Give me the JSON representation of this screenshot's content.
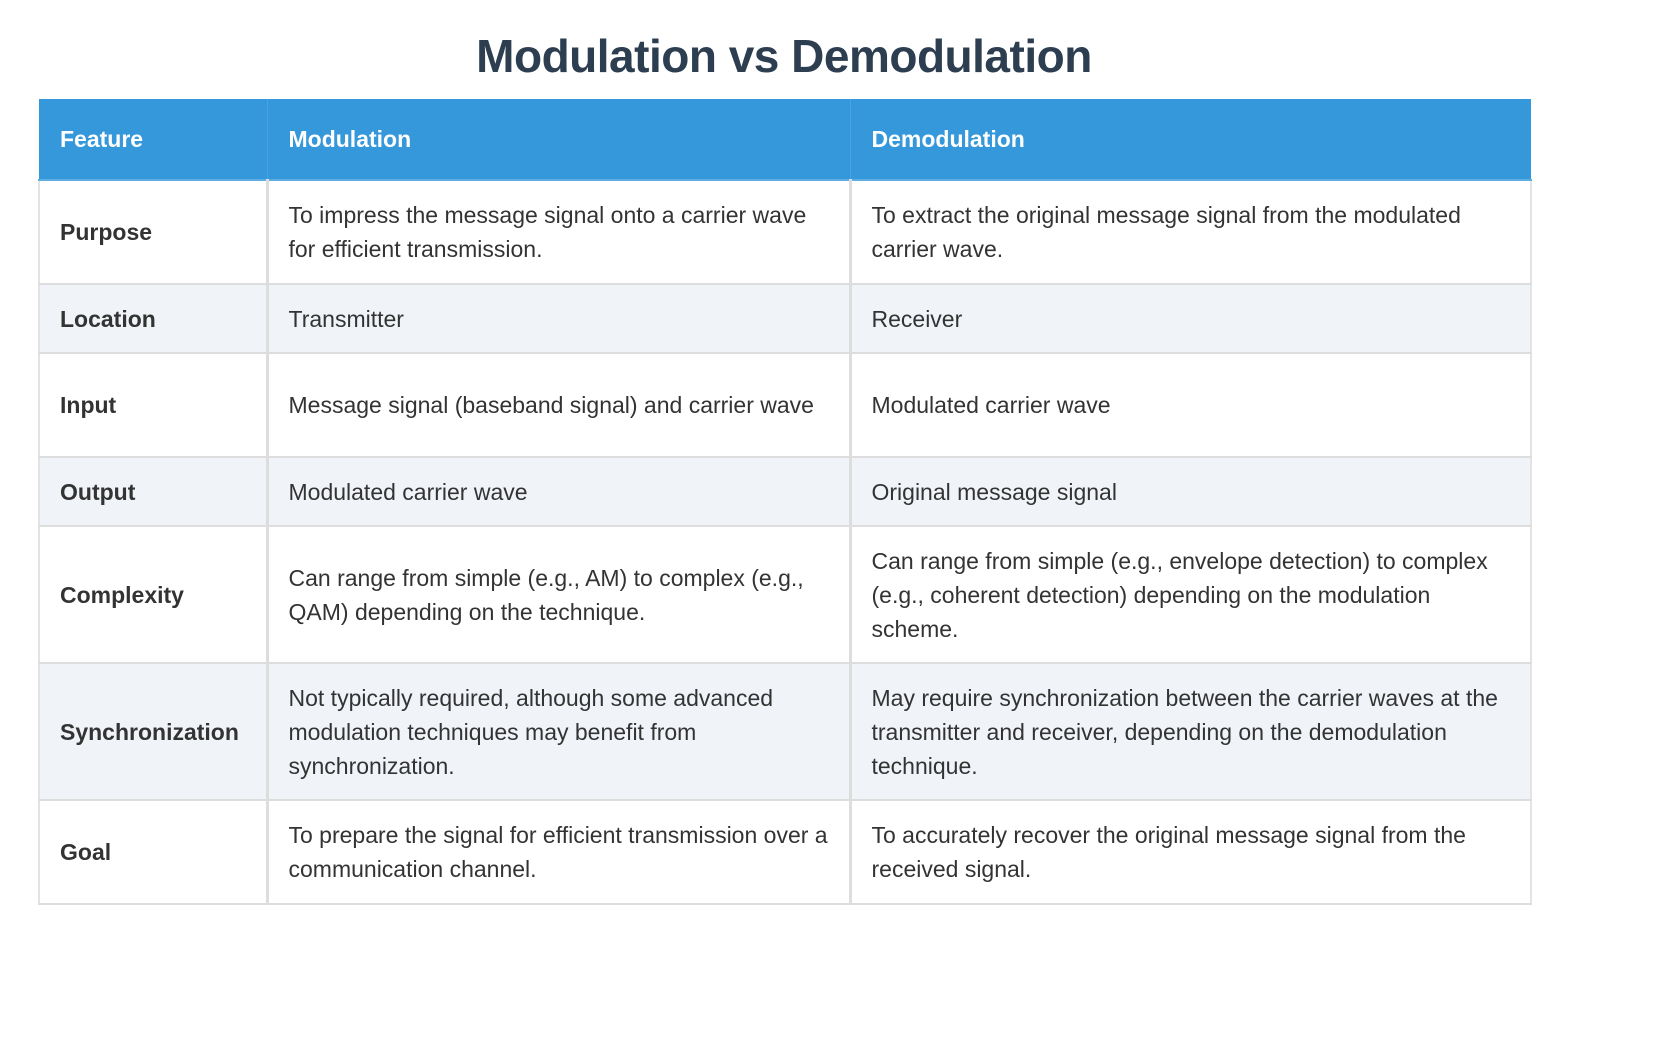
{
  "page": {
    "title": "Modulation vs Demodulation"
  },
  "table": {
    "headers": [
      "Feature",
      "Modulation",
      "Demodulation"
    ],
    "rows": [
      {
        "feature": "Purpose",
        "modulation": "To impress the message signal onto a carrier wave for efficient transmission.",
        "demodulation": "To extract the original message signal from the modulated carrier wave."
      },
      {
        "feature": "Location",
        "modulation": "Transmitter",
        "demodulation": "Receiver"
      },
      {
        "feature": "Input",
        "modulation": "Message signal (baseband signal) and carrier wave",
        "demodulation": "Modulated carrier wave"
      },
      {
        "feature": "Output",
        "modulation": "Modulated carrier wave",
        "demodulation": "Original message signal"
      },
      {
        "feature": "Complexity",
        "modulation": "Can range from simple (e.g., AM) to complex (e.g., QAM) depending on the technique.",
        "demodulation": "Can range from simple (e.g., envelope detection) to complex (e.g., coherent detection) depending on the modulation scheme."
      },
      {
        "feature": "Synchronization",
        "modulation": "Not typically required, although some advanced modulation techniques may benefit from synchronization.",
        "demodulation": "May require synchronization between the carrier waves at the transmitter and receiver, depending on the demodulation technique."
      },
      {
        "feature": "Goal",
        "modulation": "To prepare the signal for efficient transmission over a communication channel.",
        "demodulation": "To accurately recover the original message signal from the received signal."
      }
    ]
  },
  "colors": {
    "header_bg": "#3498db",
    "header_text": "#ffffff",
    "title_text": "#2c3e50",
    "stripe_bg": "#f0f4f9",
    "border": "#dddddd",
    "body_text": "#333333"
  }
}
